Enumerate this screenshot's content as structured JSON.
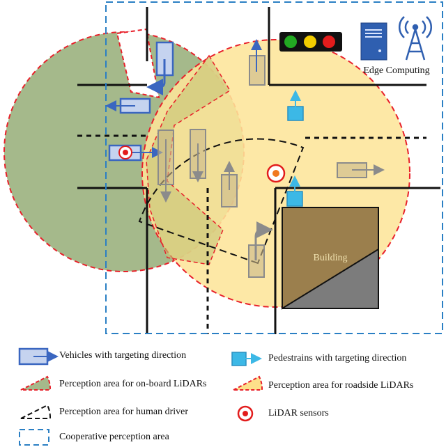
{
  "labels": {
    "edge_computing": "Edge Computing",
    "building": "Building"
  },
  "legend": {
    "vehicles": "Vehicles with targeting direction",
    "pedestrians": "Pedestrains with targeting direction",
    "onboard_lidar": "Perception area for on-board LiDARs",
    "roadside_lidar": "Perception area for roadside LiDARs",
    "human_driver": "Perception area for human driver",
    "lidar_sensors": "LiDAR sensors",
    "cooperative": "Cooperative perception area"
  },
  "colors": {
    "onboard_area": "#9fb688",
    "roadside_area": "#fde08a",
    "boundary_red": "#e8202a",
    "cooperative_blue": "#2a7fc4",
    "vehicle_blue": "#4a6fb5",
    "vehicle_gray": "#8b8b8b",
    "pedestrian": "#3cb8e6",
    "building": "#9b7f4d",
    "building_shadow": "#7a7a7a",
    "server": "#2f5fb0"
  },
  "traffic_light": [
    "#22aa22",
    "#f2cc00",
    "#e21c1c"
  ]
}
